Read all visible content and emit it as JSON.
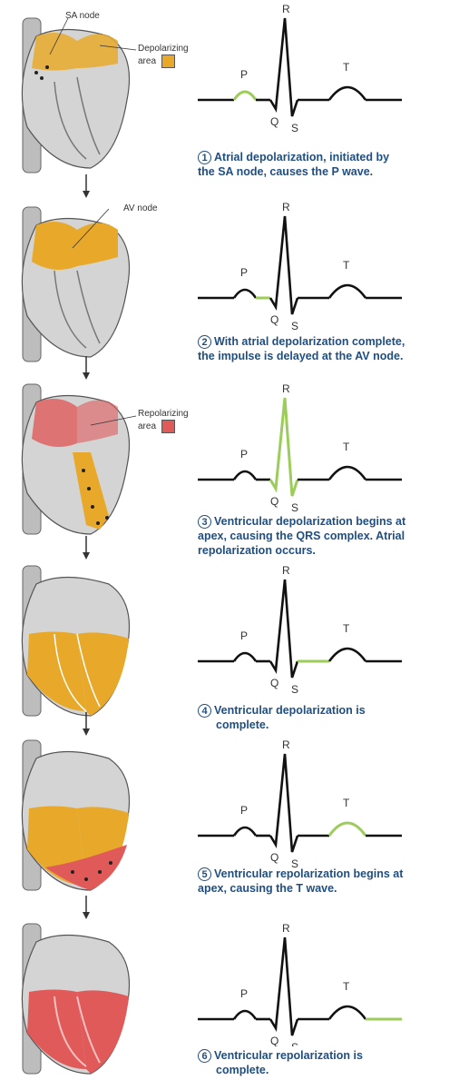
{
  "colors": {
    "depolarizing": "#e8a92a",
    "repolarizing": "#e05a5a",
    "ecg_highlight": "#9ccc5a",
    "caption_text": "#1f4e82",
    "heart_gray": "#c8c8c8"
  },
  "legend": {
    "depolarizing_label_1": "Depolarizing",
    "depolarizing_label_2": "area",
    "repolarizing_label_1": "Repolarizing",
    "repolarizing_label_2": "area"
  },
  "labels": {
    "sa_node": "SA node",
    "av_node": "AV node"
  },
  "ecg_labels": {
    "P": "P",
    "Q": "Q",
    "R": "R",
    "S": "S",
    "T": "T"
  },
  "steps": [
    {
      "number": "1",
      "caption_1": "Atrial depolarization, initiated by",
      "caption_2": "the SA node, causes the P wave.",
      "caption_3": "",
      "highlight": "P"
    },
    {
      "number": "2",
      "caption_1": "With atrial depolarization complete,",
      "caption_2": "the impulse is delayed at the AV node.",
      "caption_3": "",
      "highlight": "PQ"
    },
    {
      "number": "3",
      "caption_1": "Ventricular depolarization begins at",
      "caption_2": "apex, causing the QRS complex. Atrial",
      "caption_3": "repolarization occurs.",
      "highlight": "QRS"
    },
    {
      "number": "4",
      "caption_1": "Ventricular depolarization is",
      "caption_2": "complete.",
      "caption_3": "",
      "highlight": "ST"
    },
    {
      "number": "5",
      "caption_1": "Ventricular repolarization begins at",
      "caption_2": "apex, causing the T wave.",
      "caption_3": "",
      "highlight": "T"
    },
    {
      "number": "6",
      "caption_1": "Ventricular repolarization is",
      "caption_2": "complete.",
      "caption_3": "",
      "highlight": "end"
    }
  ]
}
